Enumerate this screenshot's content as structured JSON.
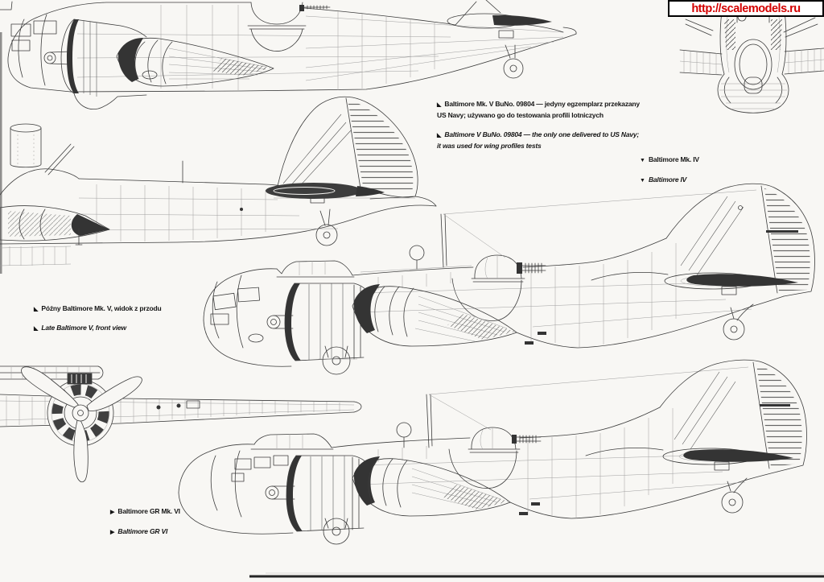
{
  "page": {
    "background": "#f8f7f4",
    "ink_color": "#3c3c3c"
  },
  "watermark": {
    "text": "http://scalemodels.ru",
    "text_color": "#d40000",
    "box_background": "#ffffff",
    "border_color": "#000000"
  },
  "captions": {
    "mk5_buno_pl": {
      "marker": "◣",
      "line1": "Baltimore Mk. V BuNo. 09804 — jedyny egzemplarz przekazany",
      "line2": "US Navy; używano go do testowania profili lotniczych"
    },
    "mk5_buno_en": {
      "marker": "◣",
      "line1": "Baltimore V BuNo. 09804 — the only one delivered to US Navy;",
      "line2": "it was used for wing profiles tests"
    },
    "mk4_pl": {
      "marker": "▼",
      "text": "Baltimore Mk. IV"
    },
    "mk4_en": {
      "marker": "▼",
      "text": "Baltimore IV"
    },
    "front_view_pl": {
      "marker": "◣",
      "text": "Późny Baltimore Mk. V, widok z przodu"
    },
    "front_view_en": {
      "marker": "◣",
      "text": "Late Baltimore V, front view"
    },
    "gr6_pl": {
      "marker": "▶",
      "text": "Baltimore GR Mk. VI"
    },
    "gr6_en": {
      "marker": "▶",
      "text": "Baltimore GR VI"
    }
  }
}
